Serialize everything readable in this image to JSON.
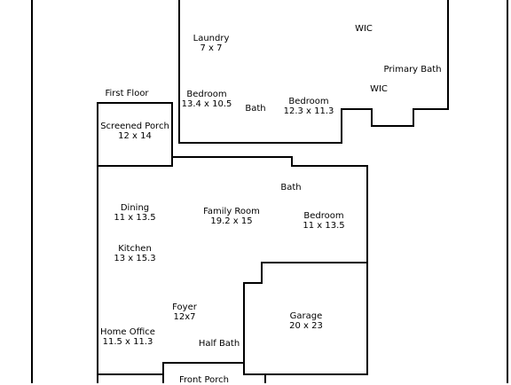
{
  "floor_label": "First Floor",
  "rooms": {
    "laundry": {
      "name": "Laundry",
      "dims": "7 x 7"
    },
    "wic_upper": {
      "name": "WIC"
    },
    "primary_bath": {
      "name": "Primary Bath"
    },
    "wic_lower": {
      "name": "WIC"
    },
    "bedroom_2": {
      "name": "Bedroom",
      "dims": "13.4 x 10.5"
    },
    "bath_upper": {
      "name": "Bath"
    },
    "bedroom_3": {
      "name": "Bedroom",
      "dims": "12.3 x 11.3"
    },
    "screened_porch": {
      "name": "Screened Porch",
      "dims": "12 x 14"
    },
    "bath_lower": {
      "name": "Bath"
    },
    "dining": {
      "name": "Dining",
      "dims": "11 x 13.5"
    },
    "family_room": {
      "name": "Family Room",
      "dims": "19.2 x 15"
    },
    "bedroom_1": {
      "name": "Bedroom",
      "dims": "11 x 13.5"
    },
    "kitchen": {
      "name": "Kitchen",
      "dims": "13 x 15.3"
    },
    "garage": {
      "name": "Garage",
      "dims": "20 x 23"
    },
    "foyer": {
      "name": "Foyer",
      "dims": "12x7"
    },
    "home_office": {
      "name": "Home Office",
      "dims": "11.5 x 11.3"
    },
    "half_bath": {
      "name": "Half Bath"
    },
    "front_porch": {
      "name": "Front Porch"
    }
  }
}
